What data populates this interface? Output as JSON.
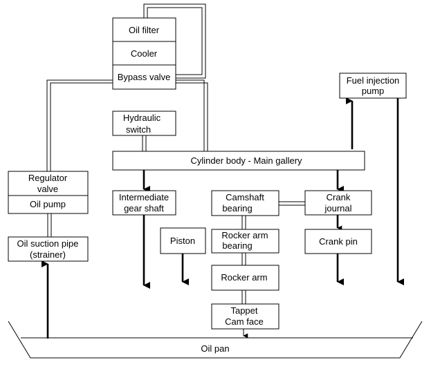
{
  "boxes": {
    "oil_filter": "Oil filter",
    "cooler": "Cooler",
    "bypass_valve": "Bypass valve",
    "hydraulic_switch": [
      "Hydraulic",
      "switch"
    ],
    "fuel_injection_pump": [
      "Fuel injection",
      "pump"
    ],
    "main_gallery": "Cylinder body - Main gallery",
    "regulator_valve": [
      "Regulator",
      "valve"
    ],
    "oil_pump": "Oil pump",
    "oil_suction_pipe": [
      "Oil suction pipe",
      "(strainer)"
    ],
    "intermediate_gear_shaft": [
      "Intermediate",
      "gear shaft"
    ],
    "piston": "Piston",
    "camshaft_bearing": [
      "Camshaft",
      "bearing"
    ],
    "crank_journal": [
      "Crank",
      "journal"
    ],
    "rocker_arm_bearing": [
      "Rocker arm",
      "bearing"
    ],
    "crank_pin": "Crank pin",
    "rocker_arm": "Rocker arm",
    "tappet_cam_face": [
      "Tappet",
      "Cam face"
    ],
    "oil_pan": "Oil pan"
  }
}
